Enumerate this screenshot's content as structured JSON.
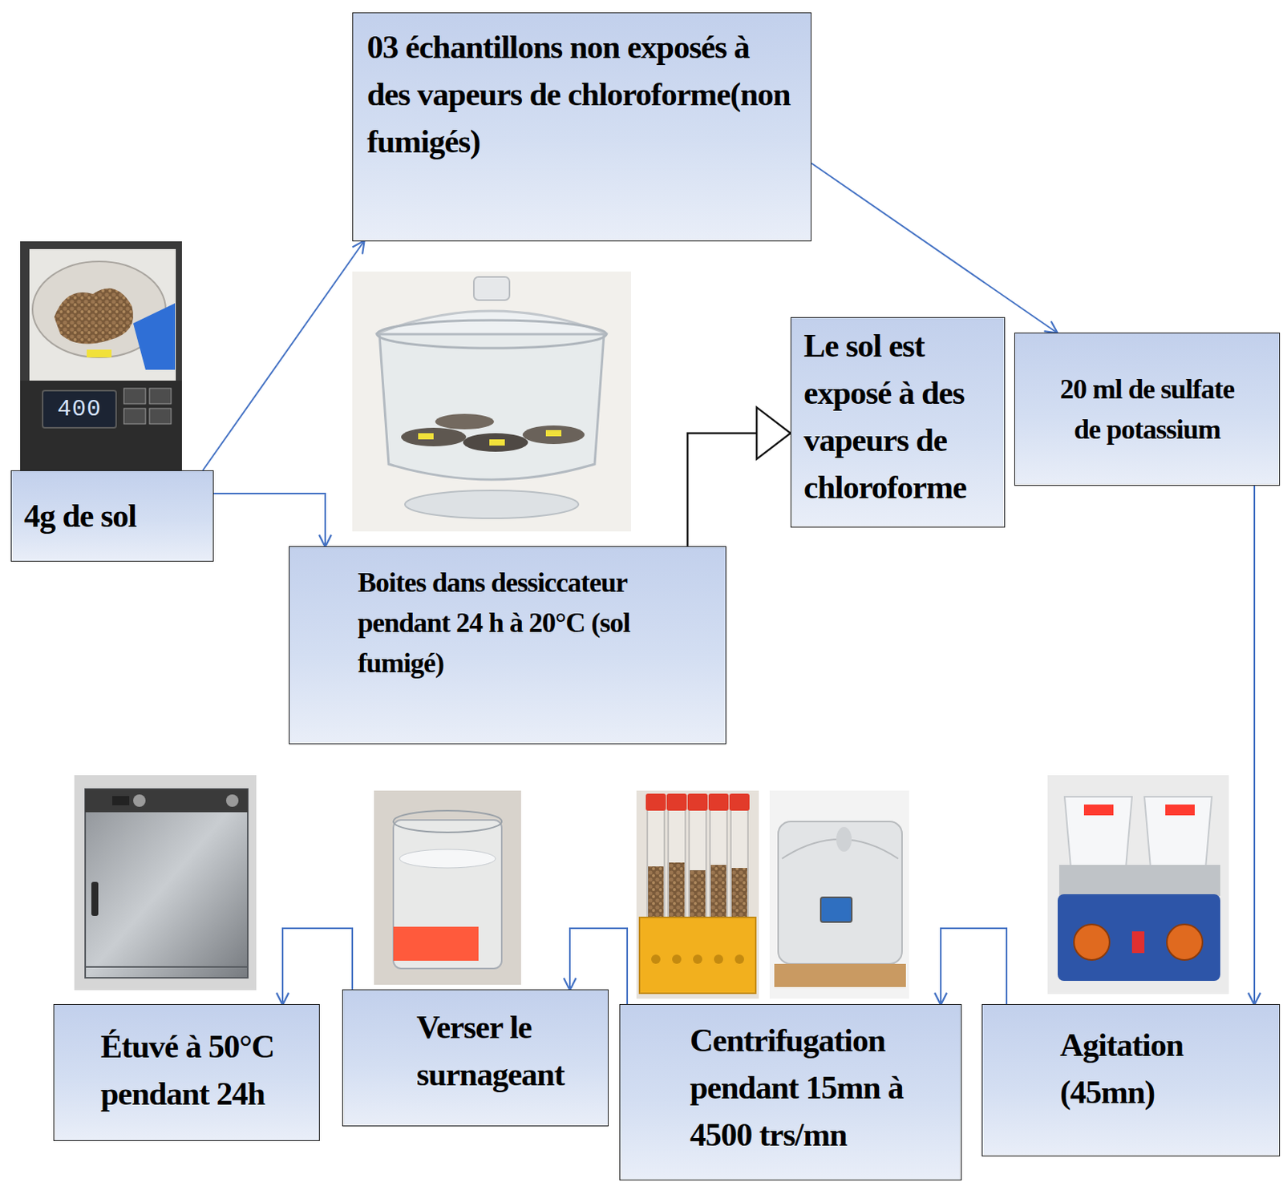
{
  "diagram": {
    "nodes": [
      {
        "text": [
          "4g de sol"
        ]
      },
      {
        "text": [
          "03 échantillons non exposés à des vapeurs de chloroforme(non fumigés)"
        ]
      },
      {
        "text": [
          "Boites dans dessiccateur pendant 24 h à 20°C (sol fumigé)"
        ]
      },
      {
        "text": [
          "Le sol est exposé à des vapeurs de chloroforme"
        ]
      },
      {
        "text": [
          "20 ml de sulfate de potassium"
        ]
      },
      {
        "text": [
          "Agitation (45mn)"
        ]
      },
      {
        "text": [
          "Centrifugation pendant 15mn à 4500 trs/mn"
        ]
      },
      {
        "text": [
          "Verser le surnageant"
        ]
      },
      {
        "text": [
          "Étuvé à 50°C pendant 24h"
        ]
      }
    ],
    "edges": [
      {
        "from": 0,
        "to": 1,
        "arrow": "to"
      },
      {
        "from": 0,
        "to": 2,
        "arrow": "to"
      },
      {
        "from": 2,
        "to": 3,
        "arrow": "to"
      },
      {
        "from": 1,
        "to": 4,
        "arrow": "to"
      },
      {
        "from": 4,
        "to": 5,
        "arrow": "to"
      },
      {
        "from": 5,
        "to": 6,
        "arrow": "to"
      },
      {
        "from": 6,
        "to": 7,
        "arrow": "to"
      },
      {
        "from": 7,
        "to": 8,
        "arrow": "to"
      }
    ],
    "labels": [
      "400"
    ]
  }
}
